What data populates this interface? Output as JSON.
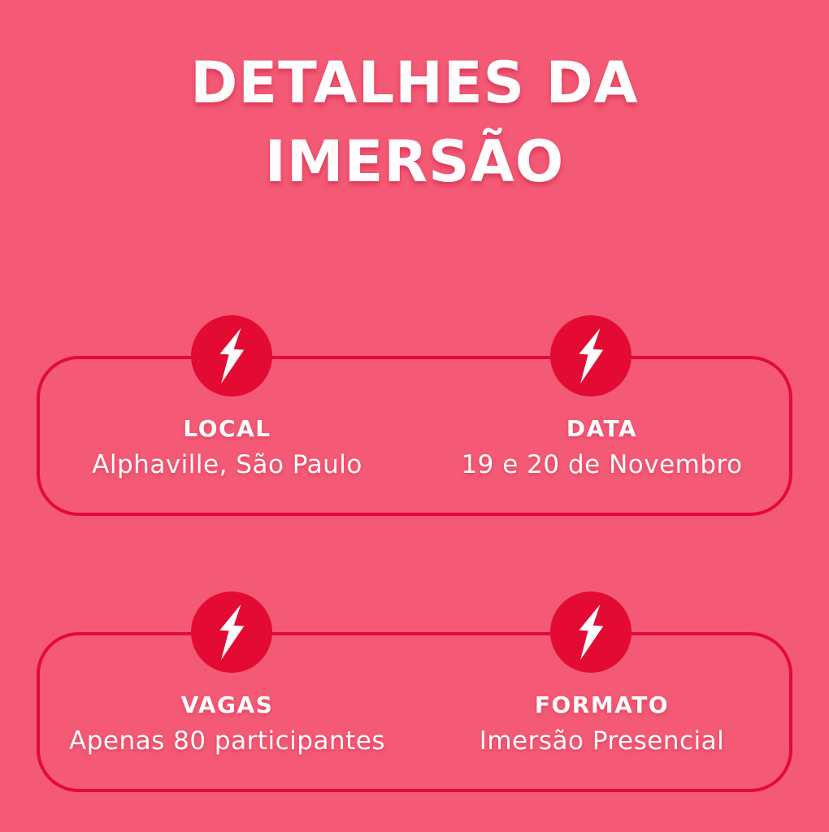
{
  "theme": {
    "background_color": "#f45a75",
    "accent_color": "#e30b34",
    "text_color": "#fefcfc"
  },
  "title": {
    "line1": "DETALHES DA",
    "line2": "IMERSÃO"
  },
  "cards": [
    {
      "items": [
        {
          "icon": "lightning-bolt-icon",
          "label": "LOCAL",
          "value": "Alphaville, São Paulo"
        },
        {
          "icon": "lightning-bolt-icon",
          "label": "DATA",
          "value": "19 e 20 de Novembro"
        }
      ]
    },
    {
      "items": [
        {
          "icon": "lightning-bolt-icon",
          "label": "VAGAS",
          "value": "Apenas 80 participantes"
        },
        {
          "icon": "lightning-bolt-icon",
          "label": "FORMATO",
          "value": "Imersão Presencial"
        }
      ]
    }
  ]
}
